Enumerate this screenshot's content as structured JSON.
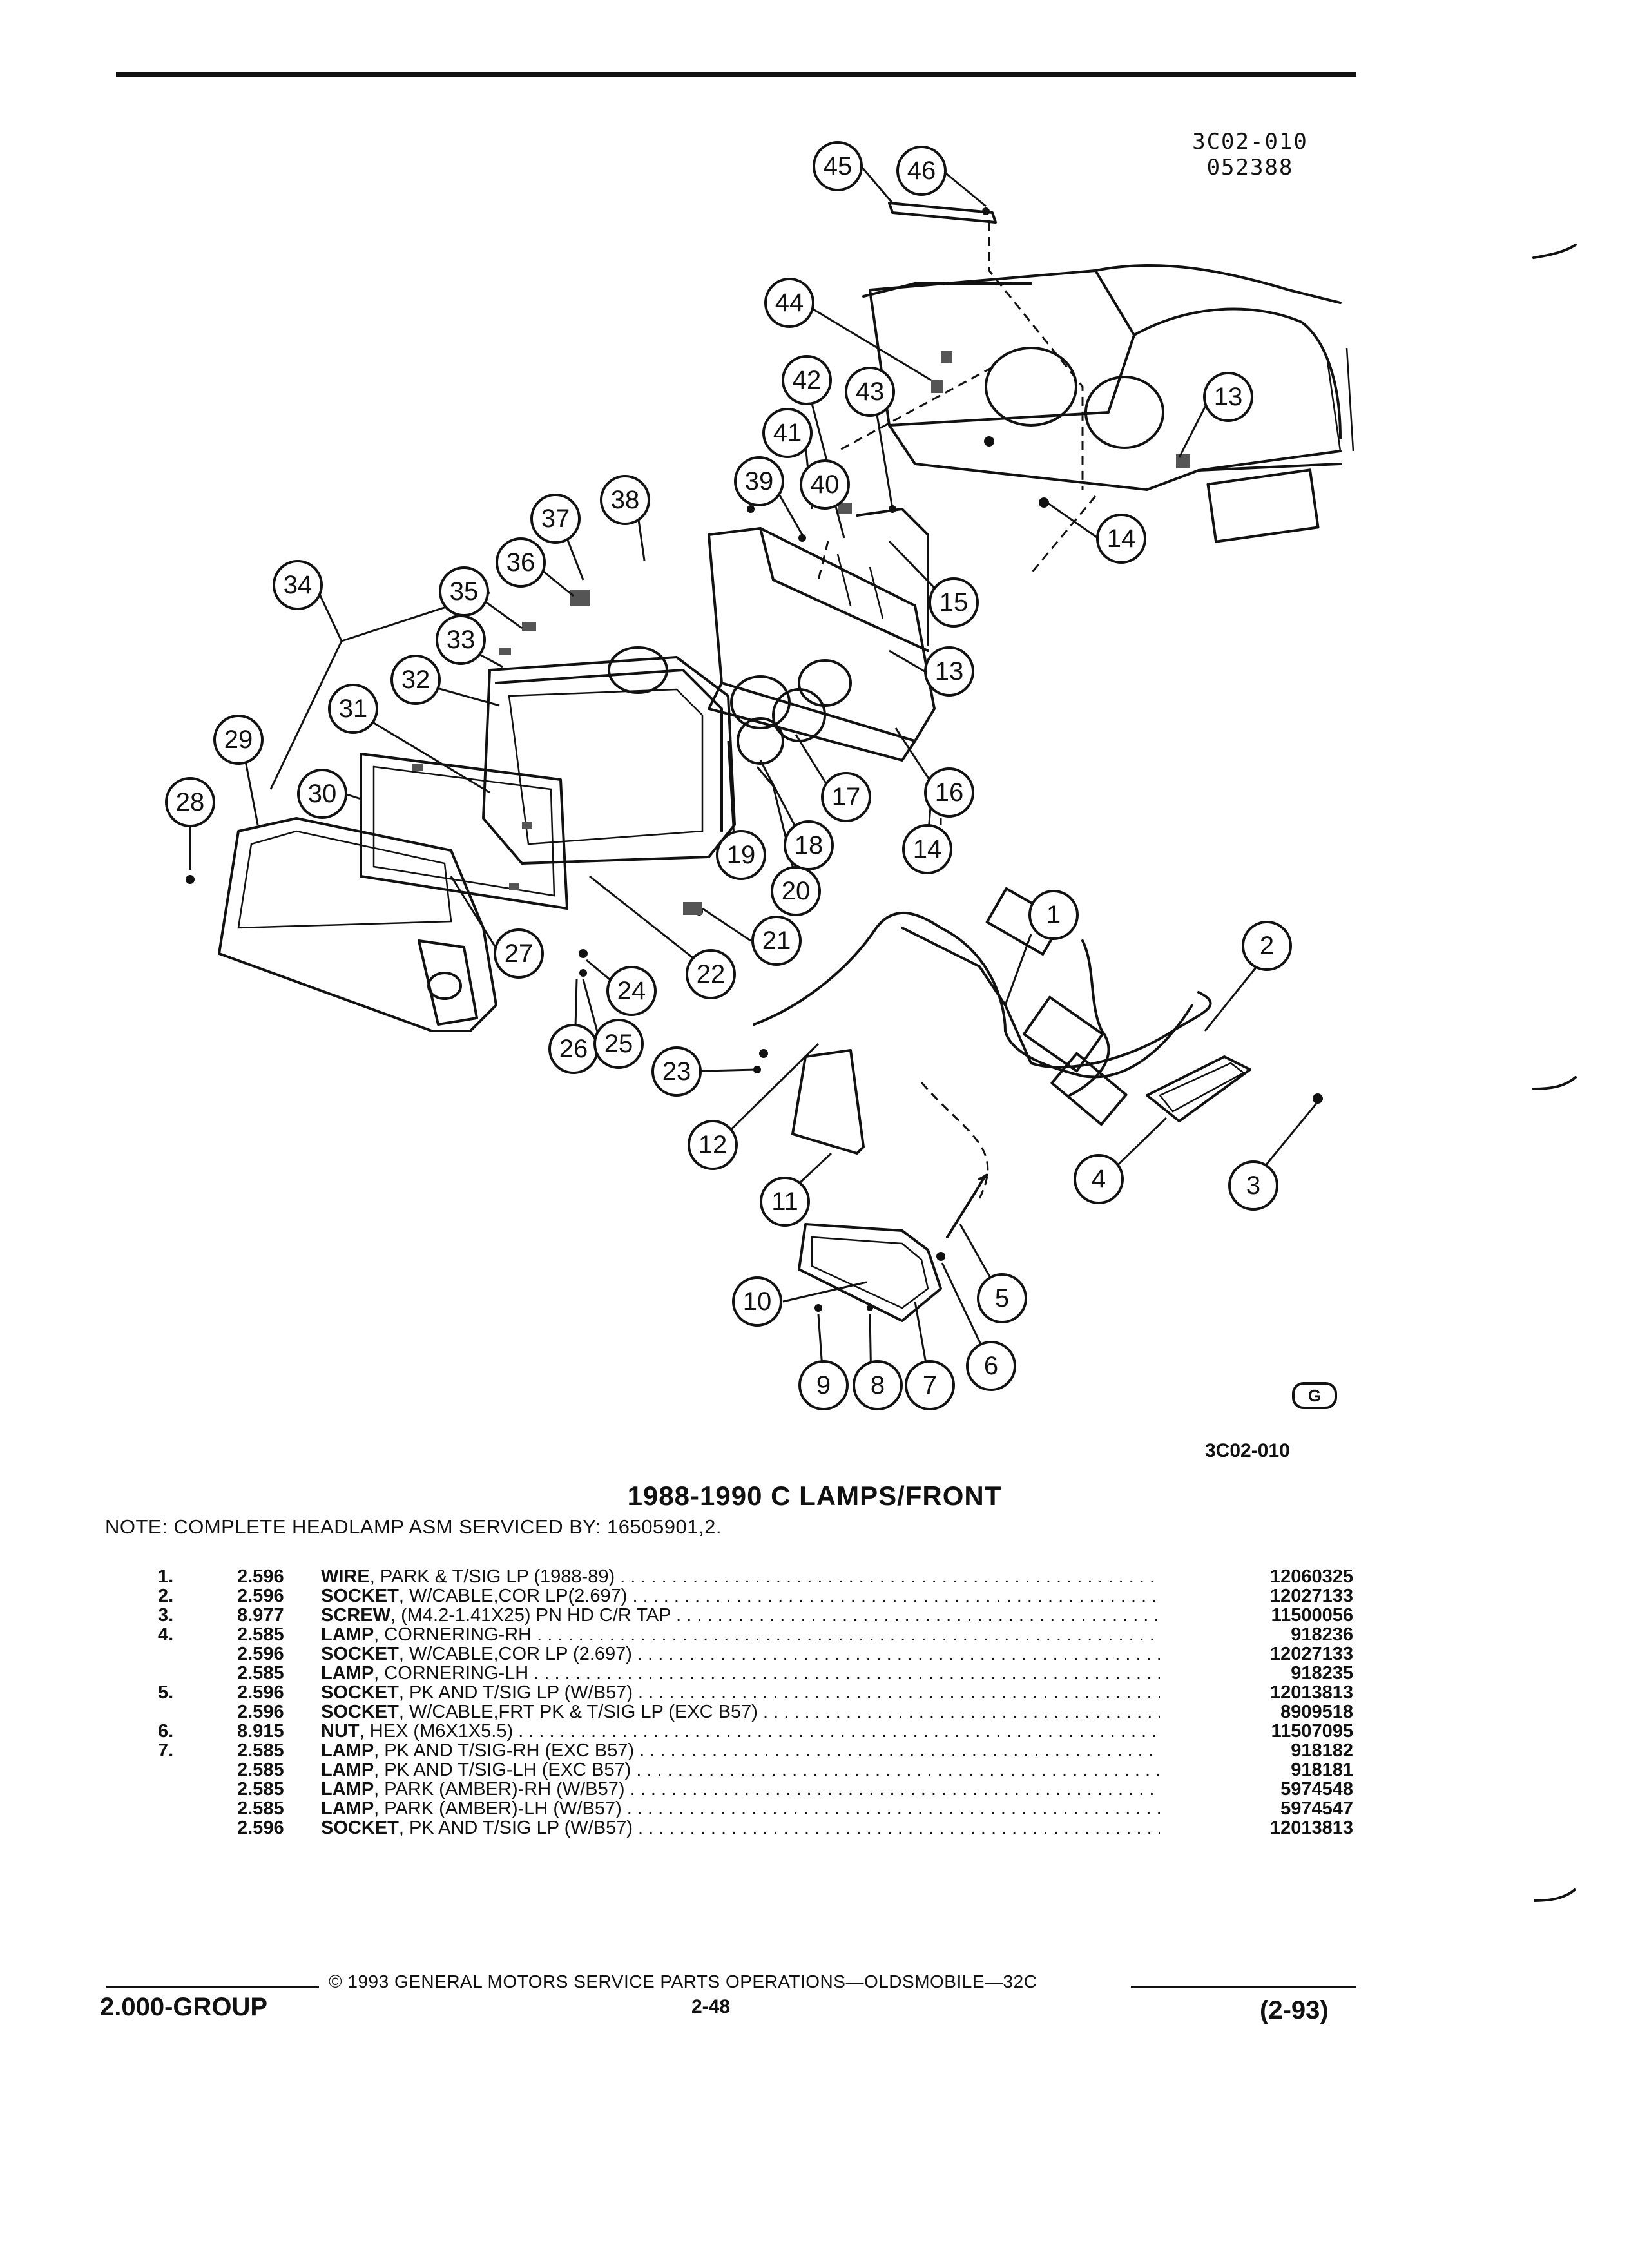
{
  "diagram": {
    "code_top_line1": "3C02-010",
    "code_top_line2": "052388",
    "code_bottom": "3C02-010",
    "logo_mark": "G",
    "callouts": [
      "45",
      "46",
      "44",
      "42",
      "43",
      "41",
      "40",
      "39",
      "38",
      "37",
      "36",
      "35",
      "34",
      "33",
      "32",
      "31",
      "30",
      "29",
      "28",
      "27",
      "26",
      "25",
      "24",
      "23",
      "22",
      "21",
      "20",
      "19",
      "18",
      "17",
      "16",
      "15",
      "14",
      "14",
      "13",
      "13",
      "12",
      "11",
      "10",
      "9",
      "8",
      "7",
      "6",
      "5",
      "4",
      "3",
      "2",
      "1"
    ]
  },
  "title": "1988-1990 C LAMPS/FRONT",
  "note": "NOTE:  COMPLETE HEADLAMP ASM SERVICED BY: 16505901,2.",
  "parts": [
    {
      "num": "1.",
      "group": "2.596",
      "name": "WIRE",
      "detail": ", PARK & T/SIG LP (1988-89)",
      "part_no": "12060325"
    },
    {
      "num": "2.",
      "group": "2.596",
      "name": "SOCKET",
      "detail": ", W/CABLE,COR LP(2.697)",
      "part_no": "12027133"
    },
    {
      "num": "3.",
      "group": "8.977",
      "name": "SCREW",
      "detail": ", (M4.2-1.41X25) PN HD C/R TAP",
      "part_no": "11500056"
    },
    {
      "num": "4.",
      "group": "2.585",
      "name": "LAMP",
      "detail": ", CORNERING-RH",
      "part_no": "918236"
    },
    {
      "num": "",
      "group": "2.596",
      "name": "SOCKET",
      "detail": ", W/CABLE,COR LP (2.697)",
      "part_no": "12027133"
    },
    {
      "num": "",
      "group": "2.585",
      "name": "LAMP",
      "detail": ", CORNERING-LH",
      "part_no": "918235"
    },
    {
      "num": "5.",
      "group": "2.596",
      "name": "SOCKET",
      "detail": ", PK AND T/SIG LP (W/B57)",
      "part_no": "12013813"
    },
    {
      "num": "",
      "group": "2.596",
      "name": "SOCKET",
      "detail": ", W/CABLE,FRT PK & T/SIG LP (EXC B57)",
      "part_no": "8909518"
    },
    {
      "num": "6.",
      "group": "8.915",
      "name": "NUT",
      "detail": ", HEX (M6X1X5.5)",
      "part_no": "11507095"
    },
    {
      "num": "7.",
      "group": "2.585",
      "name": "LAMP",
      "detail": ", PK AND T/SIG-RH (EXC B57)",
      "part_no": "918182"
    },
    {
      "num": "",
      "group": "2.585",
      "name": "LAMP",
      "detail": ", PK AND T/SIG-LH (EXC B57)",
      "part_no": "918181"
    },
    {
      "num": "",
      "group": "2.585",
      "name": "LAMP",
      "detail": ", PARK (AMBER)-RH (W/B57)",
      "part_no": "5974548"
    },
    {
      "num": "",
      "group": "2.585",
      "name": "LAMP",
      "detail": ", PARK (AMBER)-LH (W/B57)",
      "part_no": "5974547"
    },
    {
      "num": "",
      "group": "2.596",
      "name": "SOCKET",
      "detail": ", PK AND T/SIG LP (W/B57)",
      "part_no": "12013813"
    }
  ],
  "footer": {
    "copyright": "©  1993  GENERAL MOTORS SERVICE PARTS OPERATIONS—OLDSMOBILE—32C",
    "group": "2.000-GROUP",
    "page": "2-48",
    "date": "(2-93)"
  }
}
